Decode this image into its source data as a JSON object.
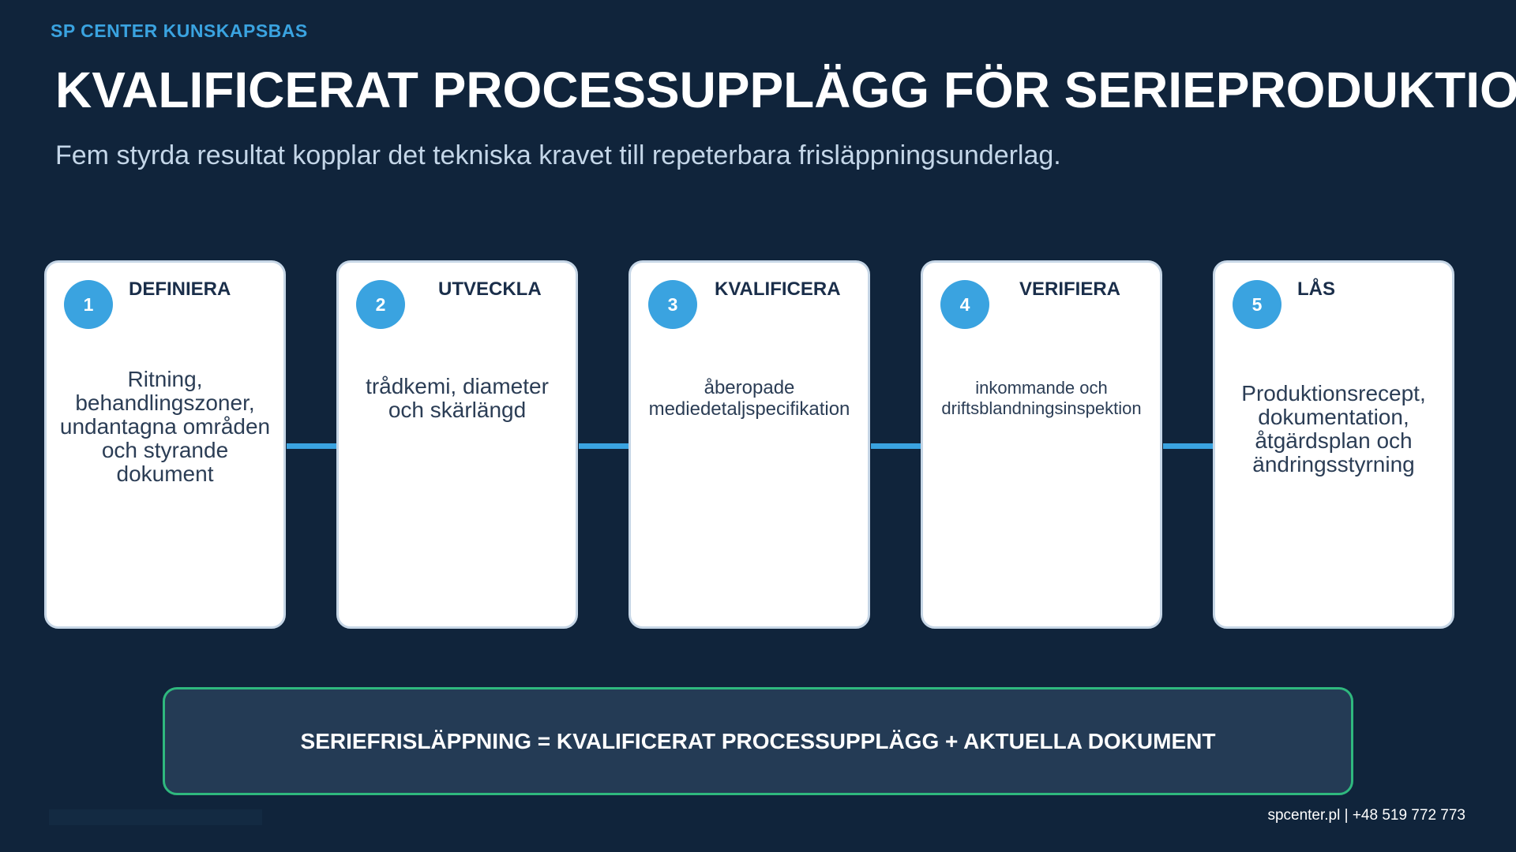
{
  "header": {
    "brand": "SP CENTER KUNSKAPSBAS",
    "title": "KVALIFICERAT PROCESSUPPLÄGG FÖR SERIEPRODUKTION",
    "subtitle": "Fem styrda resultat kopplar det tekniska kravet till repeterbara frisläppningsunderlag."
  },
  "steps": [
    {
      "number": "1",
      "title": "DEFINIERA",
      "description": "Ritning,\nbehandlingszoner,\nundantagna områden\noch styrande\ndokument"
    },
    {
      "number": "2",
      "title": "UTVECKLA",
      "description": "trådkemi, diameter\noch skärlängd"
    },
    {
      "number": "3",
      "title": "KVALIFICERA",
      "description": "åberopade\nmediedetaljspecifikation"
    },
    {
      "number": "4",
      "title": "VERIFIERA",
      "description": "inkommande och\ndriftsblandningsinspektion"
    },
    {
      "number": "5",
      "title": "LÅS",
      "description": "Produktionsrecept,\ndokumentation,\nåtgärdsplan och\nändringsstyrning"
    }
  ],
  "result": {
    "text": "SERIEFRISLÄPPNING = KVALIFICERAT PROCESSUPPLÄGG + AKTUELLA DOKUMENT"
  },
  "footer": {
    "contact": "spcenter.pl  |  +48 519 772 773"
  },
  "colors": {
    "background": "#10243b",
    "accent": "#3aa3e0",
    "result_border": "#2fb87e"
  }
}
